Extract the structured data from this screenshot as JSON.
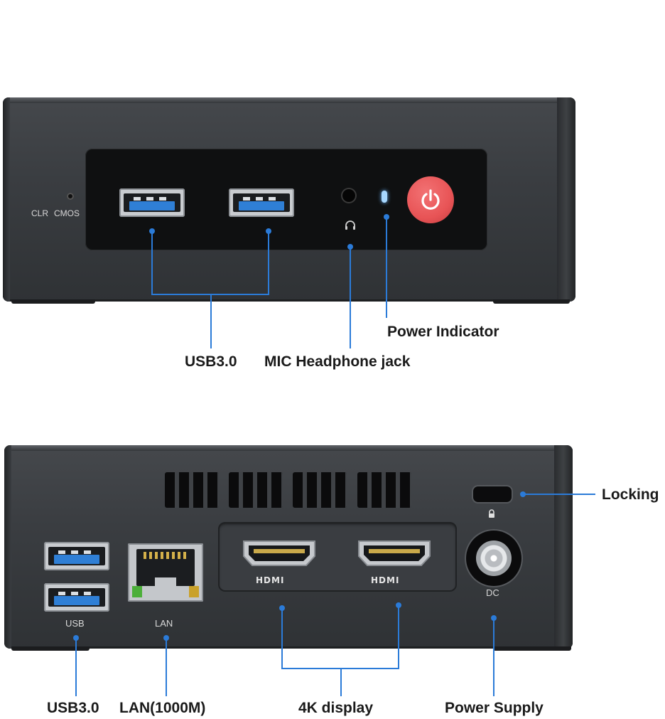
{
  "front_view": {
    "body_labels": {
      "clr": "CLR",
      "cmos": "CMOS"
    },
    "callouts": {
      "usb": "USB3.0",
      "mic_headphone": "MIC Headphone jack",
      "power_indicator": "Power Indicator"
    },
    "power_button_color": "#e85456",
    "indicator_color": "#a8d8ff"
  },
  "rear_view": {
    "body_labels": {
      "usb": "USB",
      "lan": "LAN",
      "hdmi_1": "HDMI",
      "hdmi_2": "HDMI",
      "dc": "DC"
    },
    "callouts": {
      "usb": "USB3.0",
      "lan": "LAN(1000M)",
      "display": "4K display",
      "power_supply": "Power Supply",
      "locking": "Locking"
    },
    "lan_led_left_color": "#4caf3a",
    "lan_led_right_color": "#c9a12a"
  },
  "accent_color": "#2b7bd8"
}
